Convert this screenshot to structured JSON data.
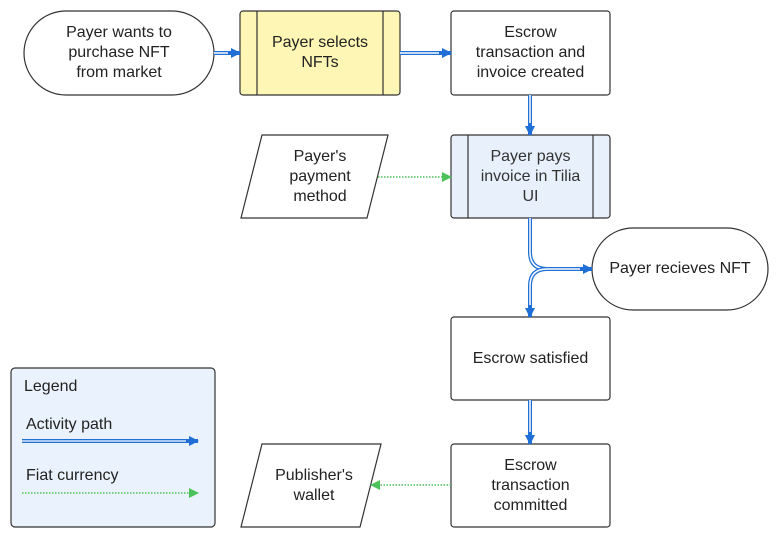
{
  "colors": {
    "activity": "#1f6fd6",
    "activity_inner": "#ffffff",
    "fiat": "#4cc35a",
    "start_fill": "#ffffff",
    "select_fill": "#fdf6b4",
    "pay_fill": "#e8f1fb",
    "legend_fill": "#eaf3fd",
    "stroke": "#333333"
  },
  "nodes": {
    "start": {
      "lines": [
        "Payer wants to",
        "purchase NFT",
        "from market"
      ]
    },
    "select": {
      "lines": [
        "Payer selects",
        "NFTs"
      ]
    },
    "escrow_created": {
      "lines": [
        "Escrow",
        "transaction and",
        "invoice created"
      ]
    },
    "payment_method": {
      "lines": [
        "Payer's",
        "payment",
        "method"
      ]
    },
    "pays_invoice": {
      "lines": [
        "Payer pays",
        "invoice in Tilia",
        "UI"
      ]
    },
    "receives_nft": {
      "lines": [
        "Payer recieves NFT"
      ]
    },
    "escrow_satisfied": {
      "lines": [
        "Escrow satisfied"
      ]
    },
    "escrow_committed": {
      "lines": [
        "Escrow",
        "transaction",
        "committed"
      ]
    },
    "publisher_wallet": {
      "lines": [
        "Publisher's",
        "wallet"
      ]
    }
  },
  "legend": {
    "title": "Legend",
    "items": [
      {
        "label": "Activity path",
        "kind": "activity"
      },
      {
        "label": "Fiat currency",
        "kind": "fiat"
      }
    ]
  }
}
